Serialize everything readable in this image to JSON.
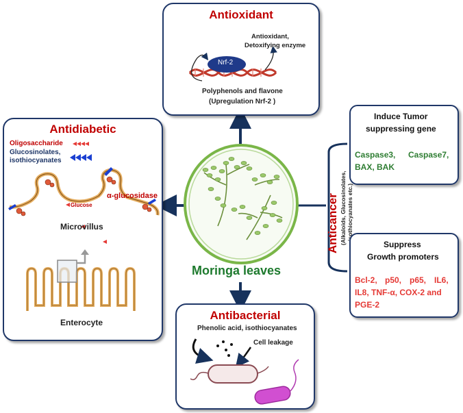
{
  "antioxidant": {
    "title": "Antioxidant",
    "effect_line1": "Antioxidant,",
    "effect_line2": "Detoxifying enzyme",
    "factor": "Nrf-2",
    "cause_line1": "Polyphenols and flavone",
    "cause_line2": "(Upregulation Nrf-2 )"
  },
  "antidiabetic": {
    "title": "Antidiabetic",
    "legend_oligosaccharide": "Oligosaccharide",
    "legend_glucosinolates_line1": "Glucosinolates,",
    "legend_glucosinolates_line2": "isothiocyanates",
    "enzyme_label": "α-glucosidase",
    "glucose_label": "Glucose",
    "microvillus_label": "Microvillus",
    "enterocyte_label": "Enterocyte"
  },
  "center": {
    "label": "Moringa leaves"
  },
  "anticancer": {
    "title": "Anticancer",
    "subtitle_line1": "(Alkaloids, Glucosinolates,",
    "subtitle_line2": "isothiocyanates etc.)",
    "tumor_box": {
      "heading_line1": "Induce Tumor",
      "heading_line2": "suppressing gene",
      "genes_line1_a": "Caspase3,",
      "genes_line1_b": "Caspase7,",
      "genes_line2": "BAX, BAK"
    },
    "growth_box": {
      "heading_line1": "Suppress",
      "heading_line2": "Growth promoters",
      "line1_items": [
        "Bcl-2,",
        "p50,",
        "p65,",
        "IL6,"
      ],
      "line2": "IL8, TNF-α, COX-2 and",
      "line3": "PGE-2"
    }
  },
  "antibacterial": {
    "title": "Antibacterial",
    "compounds": "Phenolic acid, isothiocyanates",
    "effect": "Cell leakage"
  },
  "colors": {
    "title_red": "#c00000",
    "border_navy": "#1f3768",
    "gene_green": "#2e7d32",
    "promoter_red": "#e53935",
    "inhibitor_blue": "#1a3fd1",
    "dna_red": "#c0392b"
  }
}
